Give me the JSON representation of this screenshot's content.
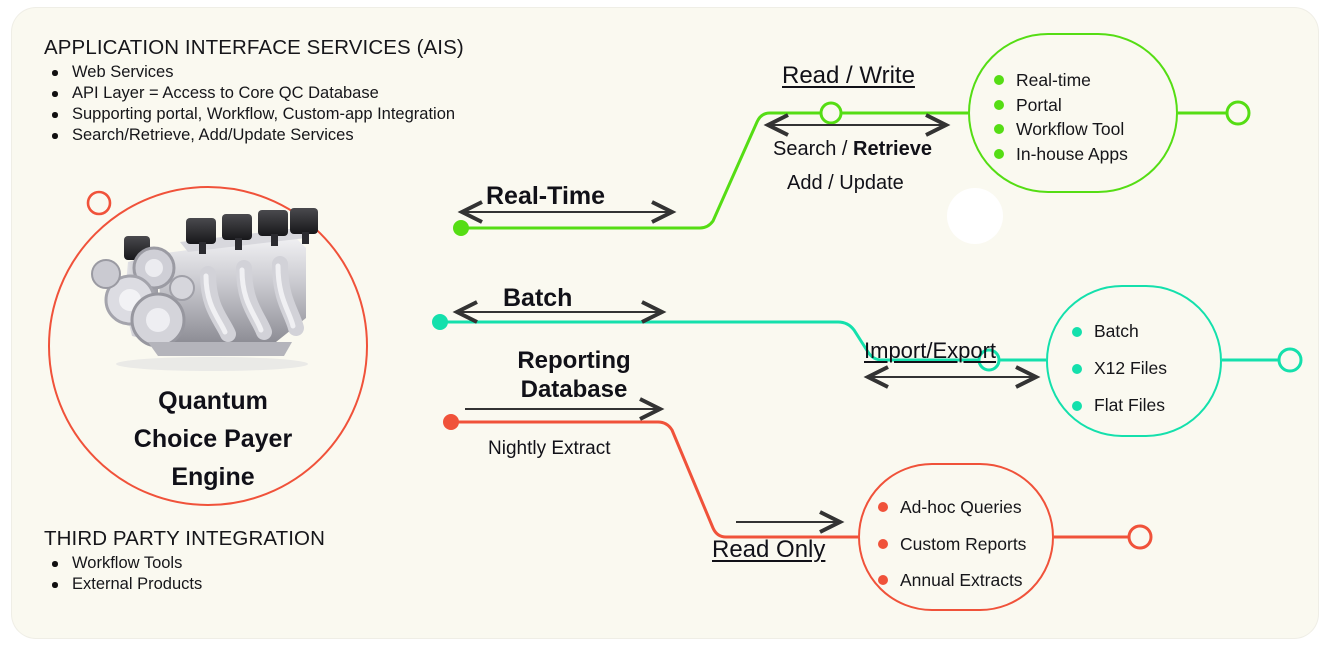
{
  "diagram": {
    "title": "Quantum Choice Payer Engine Integration Architecture",
    "colors": {
      "green": "#55dd14",
      "teal": "#14e0ac",
      "orange": "#f0523a",
      "background": "#faf9f0",
      "text": "#16161a"
    }
  },
  "ais": {
    "title": "APPLICATION INTERFACE SERVICES (AIS)",
    "items": [
      "Web Services",
      "API Layer = Access to Core QC Database",
      "Supporting portal, Workflow, Custom-app Integration",
      "Search/Retrieve, Add/Update Services"
    ]
  },
  "third_party": {
    "title": "THIRD PARTY INTEGRATION",
    "items": [
      "Workflow Tools",
      "External Products"
    ]
  },
  "engine": {
    "label_line1": "Quantum",
    "label_line2": "Choice Payer",
    "label_line3": "Engine",
    "image_name": "v8-engine-image"
  },
  "flows": {
    "read_write": "Read / Write",
    "search_retrieve_prefix": "Search / ",
    "search_retrieve_bold": "Retrieve",
    "add_update": "Add / Update",
    "real_time": "Real-Time",
    "batch": "Batch",
    "reporting_db_line1": "Reporting",
    "reporting_db_line2": "Database",
    "nightly_extract": "Nightly Extract",
    "import_export": "Import/Export",
    "read_only": "Read Only"
  },
  "pods": {
    "realtime_services": {
      "items": [
        "Real-time",
        "Portal",
        "Workflow Tool",
        "In-house Apps"
      ]
    },
    "batch_files": {
      "items": [
        "Batch",
        "X12 Files",
        "Flat Files"
      ]
    },
    "reporting_consumers": {
      "items": [
        "Ad-hoc Queries",
        "Custom Reports",
        "Annual Extracts"
      ]
    }
  }
}
